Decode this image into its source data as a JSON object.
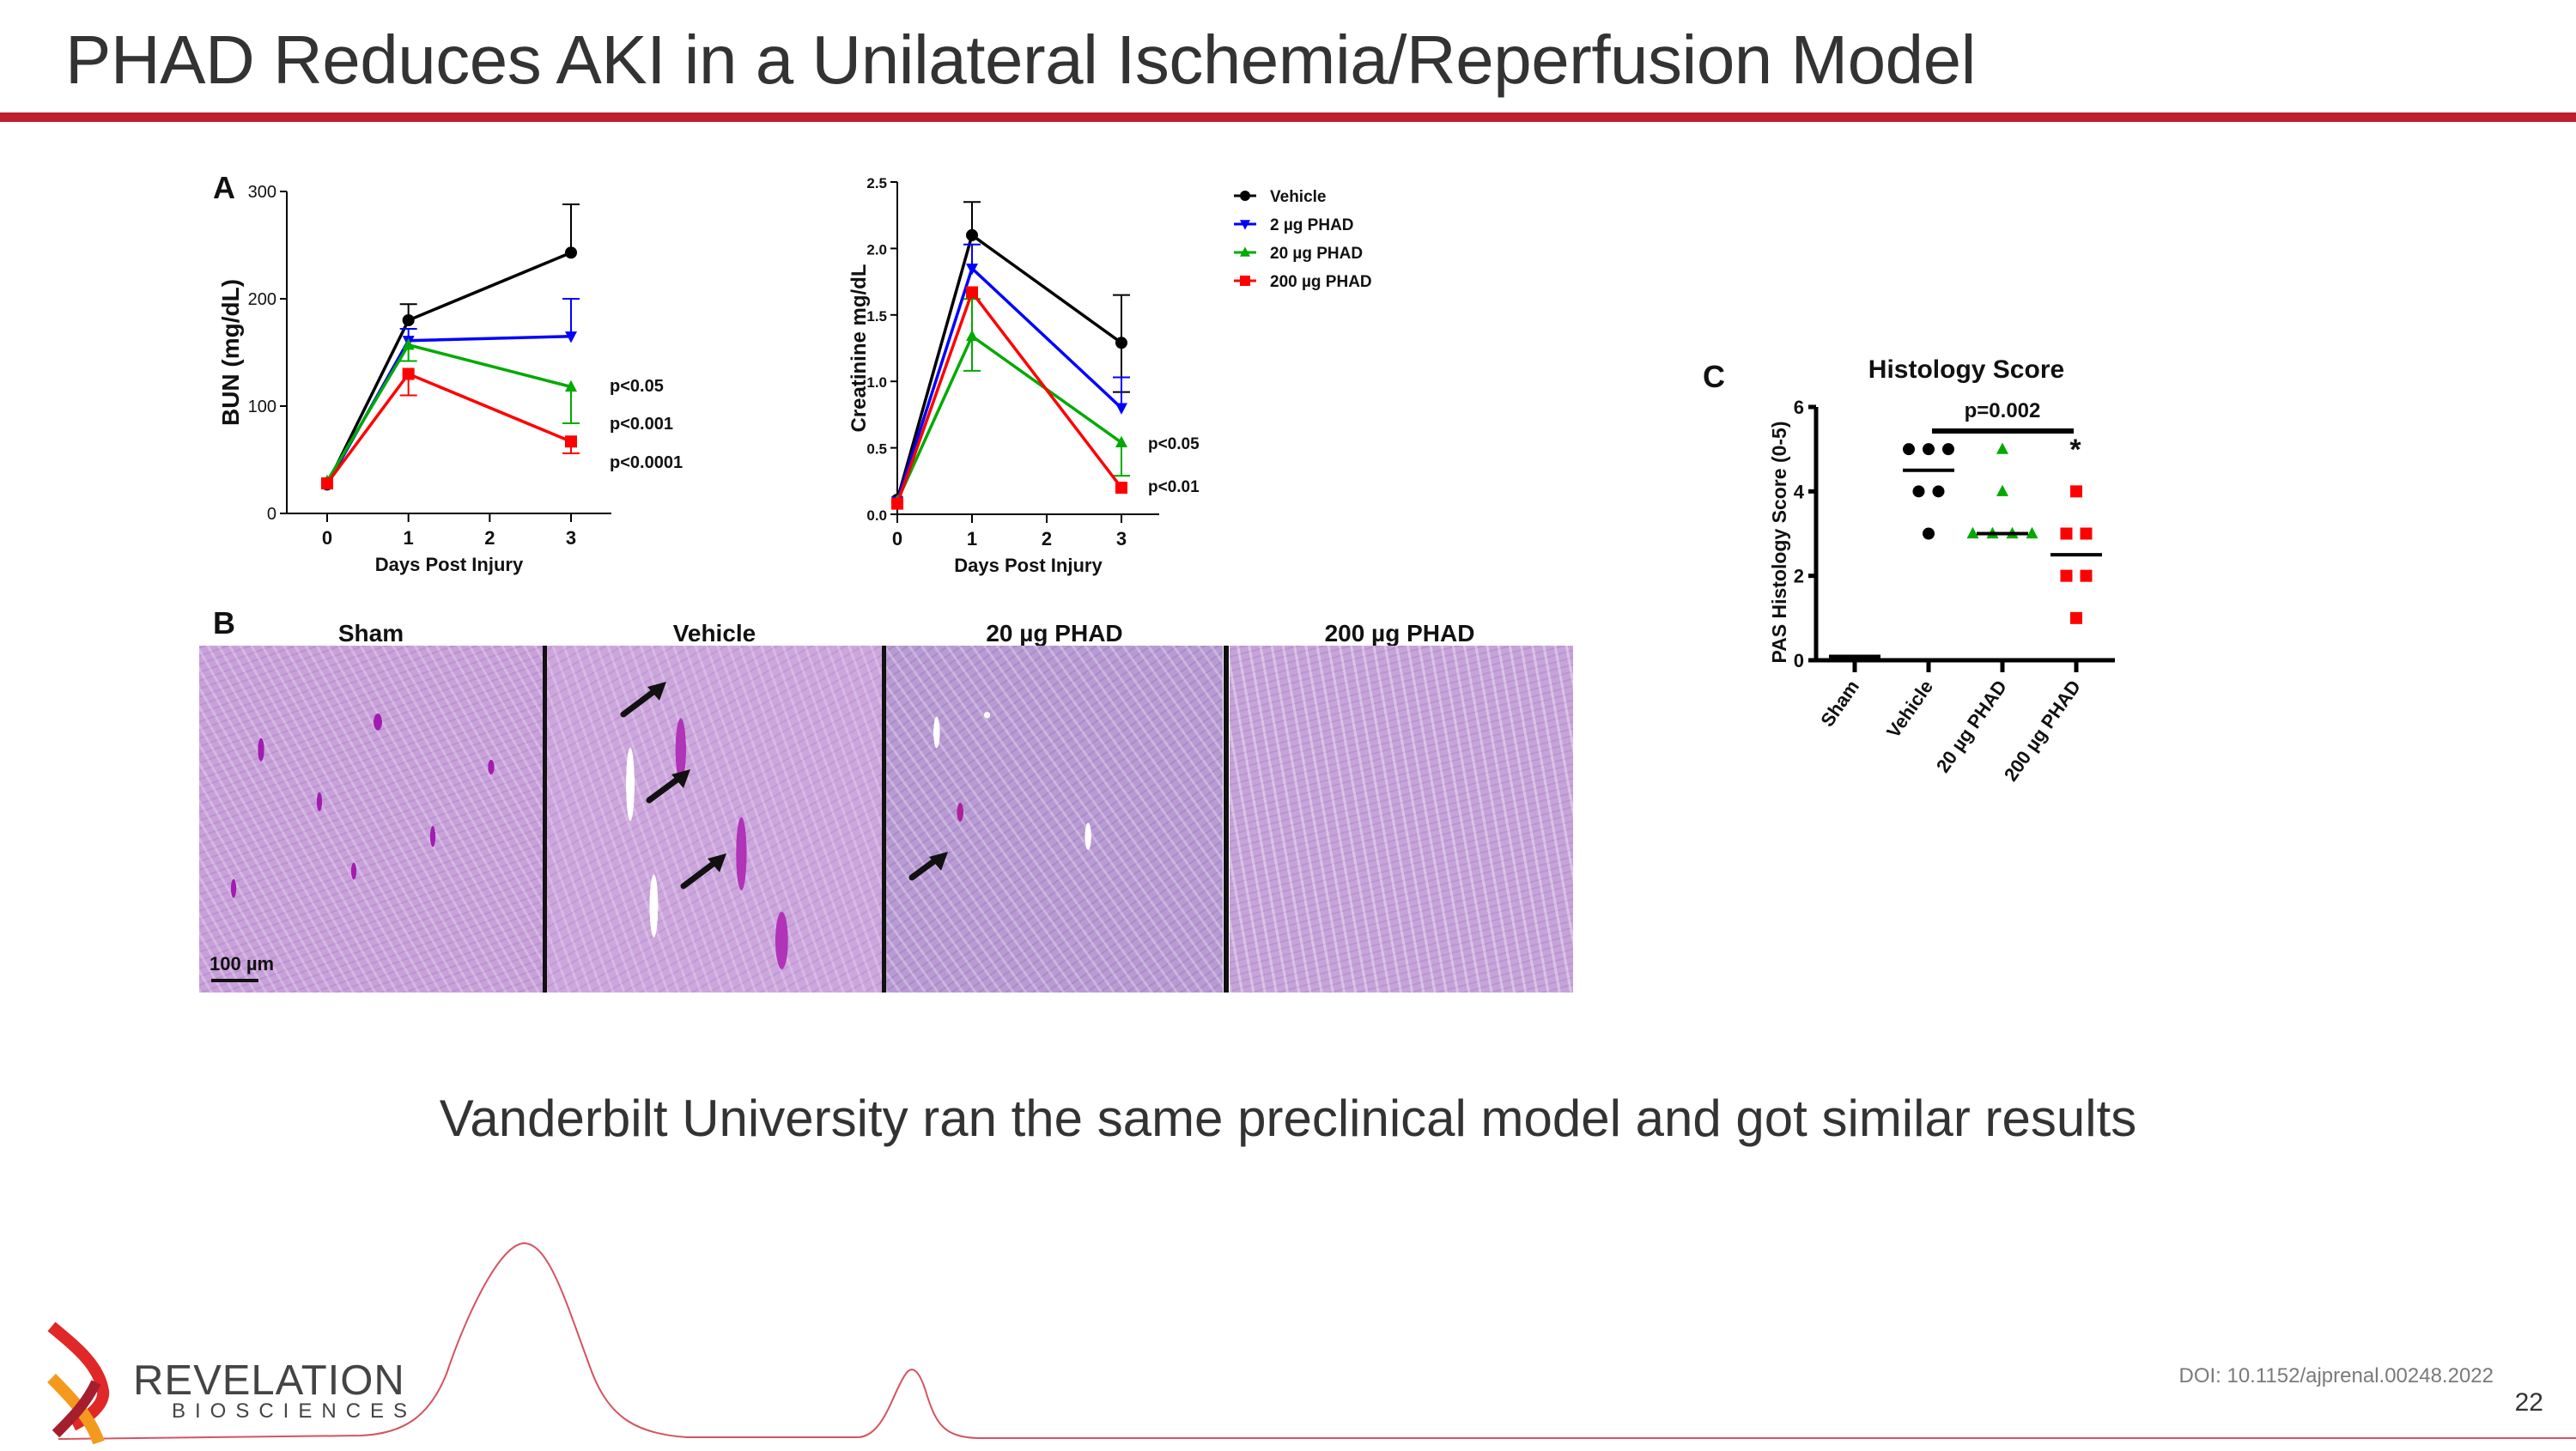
{
  "slide": {
    "title": "PHAD Reduces AKI in a Unilateral Ischemia/Reperfusion Model",
    "subtitle": "Vanderbilt University ran the same preclinical model and got similar results",
    "doi": "DOI: 10.1152/ajprenal.00248.2022",
    "page_number": "22",
    "accent_color": "#be1e2d",
    "logo": {
      "name": "REVELATION",
      "tagline": "BIOSCIENCES"
    }
  },
  "panels": {
    "a_label": "A",
    "b_label": "B",
    "c_label": "C",
    "histology_images": [
      {
        "label": "Sham",
        "scale_bar": "100 µm"
      },
      {
        "label": "Vehicle"
      },
      {
        "label": "20 µg PHAD"
      },
      {
        "label": "200 µg PHAD"
      }
    ]
  },
  "chart_data": [
    {
      "type": "line",
      "id": "bun",
      "title": "",
      "xlabel": "Days Post Injury",
      "ylabel": "BUN (mg/dL)",
      "x": [
        0,
        1,
        3
      ],
      "xticks": [
        "0",
        "1",
        "2",
        "3"
      ],
      "yticks": [
        "0",
        "100",
        "200",
        "300"
      ],
      "ylim": [
        0,
        300
      ],
      "grid": false,
      "series": [
        {
          "name": "Vehicle",
          "color": "#000000",
          "marker": "circle",
          "values": [
            27,
            180,
            243
          ],
          "err_upper": [
            null,
            195,
            288
          ]
        },
        {
          "name": "2 µg PHAD",
          "color": "#0000ff",
          "marker": "triangle-down",
          "values": [
            27,
            161,
            165
          ],
          "err_upper": [
            null,
            172,
            200
          ]
        },
        {
          "name": "20 µg PHAD",
          "color": "#00aa00",
          "marker": "triangle-up",
          "values": [
            30,
            157,
            118
          ],
          "err_lower": [
            null,
            142,
            84
          ]
        },
        {
          "name": "200 µg PHAD",
          "color": "#ff0000",
          "marker": "square",
          "values": [
            28,
            130,
            67
          ],
          "err_lower": [
            null,
            110,
            56
          ]
        }
      ],
      "annotations": [
        "p<0.05",
        "p<0.001",
        "p<0.0001"
      ]
    },
    {
      "type": "line",
      "id": "creatinine",
      "title": "",
      "xlabel": "Days Post Injury",
      "ylabel": "Creatinine mg/dL",
      "x": [
        0,
        1,
        3
      ],
      "xticks": [
        "0",
        "1",
        "2",
        "3"
      ],
      "yticks": [
        "0.0",
        "0.5",
        "1.0",
        "1.5",
        "2.0",
        "2.5"
      ],
      "ylim": [
        0,
        2.5
      ],
      "grid": false,
      "legend_position": "top-right",
      "series": [
        {
          "name": "Vehicle",
          "color": "#000000",
          "marker": "circle",
          "values": [
            0.11,
            2.1,
            1.29
          ],
          "err_upper": [
            null,
            2.35,
            1.65
          ],
          "err_lower": [
            null,
            null,
            0.92
          ]
        },
        {
          "name": "2 µg PHAD",
          "color": "#0000ff",
          "marker": "triangle-down",
          "values": [
            0.1,
            1.85,
            0.8
          ],
          "err_upper": [
            null,
            2.03,
            1.03
          ]
        },
        {
          "name": "20 µg PHAD",
          "color": "#00aa00",
          "marker": "triangle-up",
          "values": [
            0.1,
            1.34,
            0.54
          ],
          "err_upper": [
            null,
            1.62,
            null
          ],
          "err_lower": [
            null,
            1.08,
            0.29
          ]
        },
        {
          "name": "200 µg PHAD",
          "color": "#ff0000",
          "marker": "square",
          "values": [
            0.08,
            1.67,
            0.2
          ]
        }
      ],
      "annotations": [
        "p<0.05",
        "p<0.01"
      ]
    },
    {
      "type": "scatter",
      "id": "histology",
      "title": "Histology Score",
      "xlabel": "",
      "ylabel": "PAS Histology Score (0-5)",
      "categories": [
        "Sham",
        "Vehicle",
        "20 µg PHAD",
        "200 µg PHAD"
      ],
      "yticks": [
        "0",
        "2",
        "4",
        "6"
      ],
      "ylim": [
        0,
        6
      ],
      "grid": false,
      "series": [
        {
          "name": "Sham",
          "color": "#000000",
          "marker": "circle",
          "points": [
            0,
            0,
            0,
            0,
            0,
            0
          ],
          "mean": 0.05
        },
        {
          "name": "Vehicle",
          "color": "#000000",
          "marker": "circle",
          "points": [
            5,
            5,
            5,
            4,
            4,
            3
          ],
          "mean": 4.5
        },
        {
          "name": "20 µg PHAD",
          "color": "#00aa00",
          "marker": "triangle-up",
          "points": [
            5,
            4,
            3,
            3,
            3,
            3
          ],
          "mean": 3.0
        },
        {
          "name": "200 µg PHAD",
          "color": "#ff0000",
          "marker": "square",
          "points": [
            4,
            3,
            3,
            2,
            2,
            1
          ],
          "mean": 2.5
        }
      ],
      "annotations": [
        "p=0.002",
        "*"
      ]
    }
  ]
}
